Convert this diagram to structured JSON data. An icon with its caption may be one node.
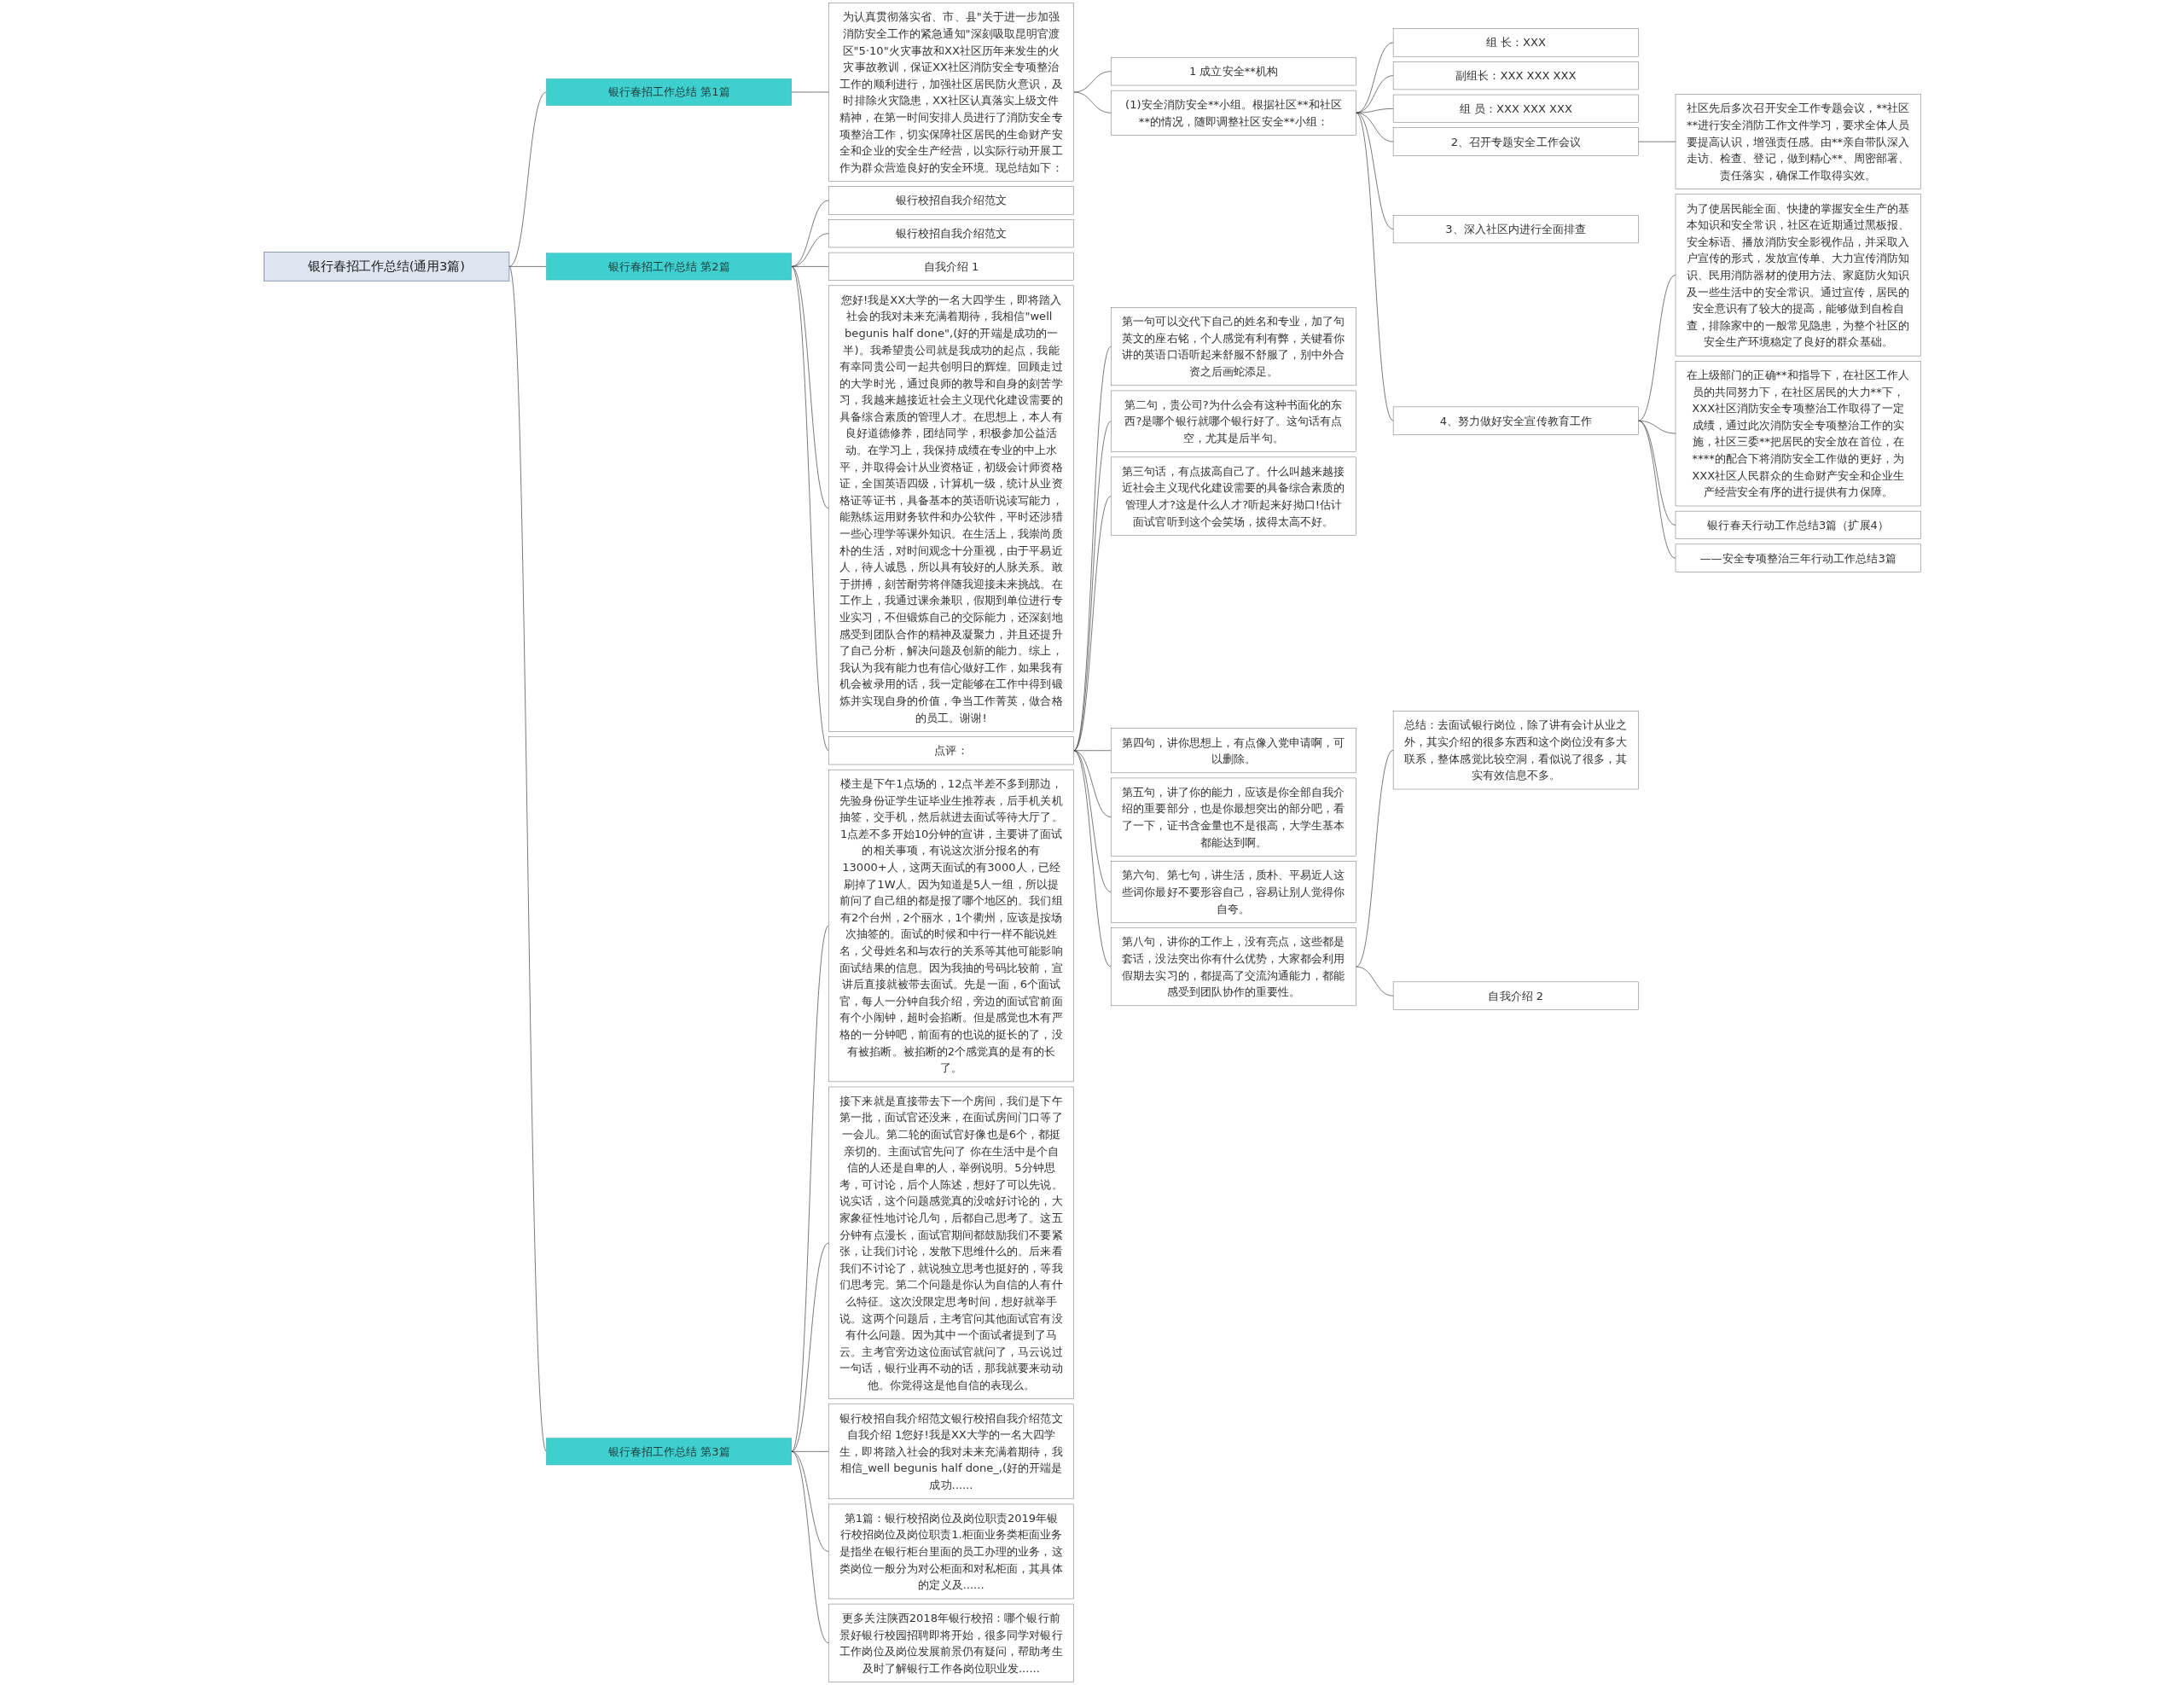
{
  "diagram": {
    "nodes": [
      {
        "text": [
          "银行春招工作总结(通用3篇)"
        ]
      },
      {
        "text": [
          "银行春招工作总结 第1篇"
        ]
      },
      {
        "text": [
          "为认真贯彻落实省、市、县\"关于进一步加强消防安全工作的紧急通知\"深刻吸取昆明官渡区\"5·10\"火灾事故和XX社区历年来发生的火灾事故教训，保证XX社区消防安全专项整治工作的顺利进行，加强社区居民防火意识，及时排除火灾隐患，XX社区认真落实上级文件精神，在第一时间安排人员进行了消防安全专项整治工作，切实保障社区居民的生命财产安全和企业的安全生产经营，以实际行动开展工作为群众营造良好的安全环境。现总结如下："
        ]
      },
      {
        "text": [
          "1 成立安全**机构"
        ]
      },
      {
        "text": [
          "(1)安全消防安全**小组。根据社区**和社区**的情况，随即调整社区安全**小组："
        ]
      },
      {
        "text": [
          "组 长：XXX"
        ]
      },
      {
        "text": [
          "副组长：XXX XXX XXX"
        ]
      },
      {
        "text": [
          "组 员：XXX XXX XXX"
        ]
      },
      {
        "text": [
          "2、召开专题安全工作会议"
        ]
      },
      {
        "text": [
          "社区先后多次召开安全工作专题会议，**社区**进行安全消防工作文件学习，要求全体人员要提高认识，增强责任感。由**亲自带队深入走访、检查、登记，做到精心**、周密部署、责任落实，确保工作取得实效。"
        ]
      },
      {
        "text": [
          "3、深入社区内进行全面排查"
        ]
      },
      {
        "text": [
          "4、努力做好安全宣传教育工作"
        ]
      },
      {
        "text": [
          "为了使居民能全面、快捷的掌握安全生产的基本知识和安全常识，社区在近期通过黑板报、安全标语、播放消防安全影视作品，并采取入户宣传的形式，发放宣传单、大力宣传消防知识、民用消防器材的使用方法、家庭防火知识及一些生活中的安全常识。通过宣传，居民的安全意识有了较大的提高，能够做到自检自查，排除家中的一般常见隐患，为整个社区的安全生产环境稳定了良好的群众基础。"
        ]
      },
      {
        "text": [
          "在上级部门的正确**和指导下，在社区工作人员的共同努力下，在社区居民的大力**下，XXX社区消防安全专项整治工作取得了一定成绩，通过此次消防安全专项整治工作的实施，社区三委**把居民的安全放在首位，在****的配合下将消防安全工作做的更好，为XXX社区人民群众的生命财产安全和企业生产经营安全有序的进行提供有力保障。"
        ]
      },
      {
        "text": [
          "银行春天行动工作总结3篇（扩展4）"
        ]
      },
      {
        "text": [
          "——安全专项整治三年行动工作总结3篇"
        ]
      },
      {
        "text": [
          "银行春招工作总结 第2篇"
        ]
      },
      {
        "text": [
          "银行校招自我介绍范文"
        ]
      },
      {
        "text": [
          "银行校招自我介绍范文"
        ]
      },
      {
        "text": [
          "自我介绍 1"
        ]
      },
      {
        "text": [
          "您好!我是XX大学的一名大四学生，即将踏入社会的我对未来充满着期待，我相信\"well begunis half done\",(好的开端是成功的一半)。我希望贵公司就是我成功的起点，我能有幸同贵公司一起共创明日的辉煌。回顾走过的大学时光，通过良师的教导和自身的刻苦学习，我越来越接近社会主义现代化建设需要的具备综合素质的管理人才。在思想上，本人有良好道德修养，团结同学，积极参加公益活动。在学习上，我保持成绩在专业的中上水平，并取得会计从业资格证，初级会计师资格证，全国英语四级，计算机一级，统计从业资格证等证书，具备基本的英语听说读写能力，能熟练运用财务软件和办公软件，平时还涉猎一些心理学等课外知识。在生活上，我崇尚质朴的生活，对时间观念十分重视，由于平易近人，待人诚恳，所以具有较好的人脉关系。敢于拼搏，刻苦耐劳将伴随我迎接未来挑战。在工作上，我通过课余兼职，假期到单位进行专业实习，不但锻炼自己的交际能力，还深刻地感受到团队合作的精神及凝聚力，并且还提升了自己分析，解决问题及创新的能力。综上，我认为我有能力也有信心做好工作，如果我有机会被录用的话，我一定能够在工作中得到锻炼并实现自身的价值，争当工作菁英，做合格的员工。谢谢!"
        ]
      },
      {
        "text": [
          "点评："
        ]
      },
      {
        "text": [
          "第一句可以交代下自己的姓名和专业，加了句英文的座右铭，个人感觉有利有弊，关键看你讲的英语口语听起来舒服不舒服了，别中外合资之后画蛇添足。"
        ]
      },
      {
        "text": [
          "第二句，贵公司?为什么会有这种书面化的东西?是哪个银行就哪个银行好了。这句话有点空，尤其是后半句。"
        ]
      },
      {
        "text": [
          "第三句话，有点拔高自己了。什么叫越来越接近社会主义现代化建设需要的具备综合素质的管理人才?这是什么人才?听起来好拗口!估计面试官听到这个会笑场，拔得太高不好。"
        ]
      },
      {
        "text": [
          "第四句，讲你思想上，有点像入党申请啊，可以删除。"
        ]
      },
      {
        "text": [
          "第五句，讲了你的能力，应该是你全部自我介绍的重要部分，也是你最想突出的部分吧，看了一下，证书含金量也不是很高，大学生基本都能达到啊。"
        ]
      },
      {
        "text": [
          "第六句、第七句，讲生活，质朴、平易近人这些词你最好不要形容自己，容易让别人觉得你自夸。"
        ]
      },
      {
        "text": [
          "第八句，讲你的工作上，没有亮点，这些都是套话，没法突出你有什么优势，大家都会利用假期去实习的，都提高了交流沟通能力，都能感受到团队协作的重要性。"
        ]
      },
      {
        "text": [
          "总结：去面试银行岗位，除了讲有会计从业之外，其实介绍的很多东西和这个岗位没有多大联系，整体感觉比较空洞，看似说了很多，其实有效信息不多。"
        ]
      },
      {
        "text": [
          "自我介绍 2"
        ]
      },
      {
        "text": [
          "银行春招工作总结 第3篇"
        ]
      },
      {
        "text": [
          "楼主是下午1点场的，12点半差不多到那边，先验身份证学生证毕业生推荐表，后手机关机抽签，交手机，然后就进去面试等待大厅了。1点差不多开始10分钟的宣讲，主要讲了面试的相关事项，有说这次浙分报名的有13000+人，这两天面试的有3000人，已经刷掉了1W人。因为知道是5人一组，所以提前问了自己组的都是报了哪个地区的。我们组有2个台州，2个丽水，1个衢州，应该是按场次抽签的。面试的时候和中行一样不能说姓名，父母姓名和与农行的关系等其他可能影响面试结果的信息。因为我抽的号码比较前，宣讲后直接就被带去面试。先是一面，6个面试官，每人一分钟自我介绍，旁边的面试官前面有个小闹钟，超时会掐断。但是感觉也木有严格的一分钟吧，前面有的也说的挺长的了，没有被掐断。被掐断的2个感觉真的是有的长了。"
        ]
      },
      {
        "text": [
          "接下来就是直接带去下一个房间，我们是下午第一批，面试官还没来，在面试房间门口等了一会儿。第二轮的面试官好像也是6个，都挺亲切的。主面试官先问了 你在生活中是个自信的人还是自卑的人，举例说明。5分钟思考，可讨论，后个人陈述，想好了可以先说。说实话，这个问题感觉真的没啥好讨论的，大家象征性地讨论几句，后都自己思考了。这五分钟有点漫长，面试官期间都鼓励我们不要紧张，让我们讨论，发散下思维什么的。后来看我们不讨论了，就说独立思考也挺好的，等我们思考完。第二个问题是你认为自信的人有什么特征。这次没限定思考时间，想好就举手说。这两个问题后，主考官问其他面试官有没有什么问题。因为其中一个面试者提到了马云。主考官旁边这位面试官就问了，马云说过一句话，银行业再不动的话，那我就要来动动他。你觉得这是他自信的表现么。"
        ]
      },
      {
        "text": [
          "银行校招自我介绍范文银行校招自我介绍范文自我介绍 1您好!我是XX大学的一名大四学生，即将踏入社会的我对未来充满着期待，我相信_well begunis half done_,(好的开端是成功......"
        ]
      },
      {
        "text": [
          "第1篇：银行校招岗位及岗位职责2019年银行校招岗位及岗位职责1.柜面业务类柜面业务是指坐在银行柜台里面的员工办理的业务，这类岗位一般分为对公柜面和对私柜面，其具体的定义及......"
        ]
      },
      {
        "text": [
          "更多关注陕西2018年银行校招：哪个银行前景好银行校园招聘即将开始，很多同学对银行工作岗位及岗位发展前景仍有疑问，帮助考生及时了解银行工作各岗位职业发......"
        ]
      }
    ],
    "edges": [
      {
        "from": 0,
        "to": 1,
        "arrow": "none"
      },
      {
        "from": 1,
        "to": 2,
        "arrow": "none"
      },
      {
        "from": 2,
        "to": 3,
        "arrow": "none"
      },
      {
        "from": 2,
        "to": 4,
        "arrow": "none"
      },
      {
        "from": 4,
        "to": 5,
        "arrow": "none"
      },
      {
        "from": 4,
        "to": 6,
        "arrow": "none"
      },
      {
        "from": 4,
        "to": 7,
        "arrow": "none"
      },
      {
        "from": 4,
        "to": 8,
        "arrow": "none"
      },
      {
        "from": 8,
        "to": 9,
        "arrow": "none"
      },
      {
        "from": 4,
        "to": 10,
        "arrow": "none"
      },
      {
        "from": 4,
        "to": 11,
        "arrow": "none"
      },
      {
        "from": 11,
        "to": 12,
        "arrow": "none"
      },
      {
        "from": 11,
        "to": 13,
        "arrow": "none"
      },
      {
        "from": 11,
        "to": 14,
        "arrow": "none"
      },
      {
        "from": 11,
        "to": 15,
        "arrow": "none"
      },
      {
        "from": 0,
        "to": 16,
        "arrow": "none"
      },
      {
        "from": 16,
        "to": 17,
        "arrow": "none"
      },
      {
        "from": 16,
        "to": 18,
        "arrow": "none"
      },
      {
        "from": 16,
        "to": 19,
        "arrow": "none"
      },
      {
        "from": 16,
        "to": 20,
        "arrow": "none"
      },
      {
        "from": 16,
        "to": 21,
        "arrow": "none"
      },
      {
        "from": 21,
        "to": 22,
        "arrow": "none"
      },
      {
        "from": 21,
        "to": 23,
        "arrow": "none"
      },
      {
        "from": 21,
        "to": 24,
        "arrow": "none"
      },
      {
        "from": 21,
        "to": 25,
        "arrow": "none"
      },
      {
        "from": 21,
        "to": 26,
        "arrow": "none"
      },
      {
        "from": 21,
        "to": 27,
        "arrow": "none"
      },
      {
        "from": 21,
        "to": 28,
        "arrow": "none"
      },
      {
        "from": 28,
        "to": 29,
        "arrow": "none"
      },
      {
        "from": 28,
        "to": 30,
        "arrow": "none"
      },
      {
        "from": 0,
        "to": 31,
        "arrow": "none"
      },
      {
        "from": 31,
        "to": 32,
        "arrow": "none"
      },
      {
        "from": 31,
        "to": 33,
        "arrow": "none"
      },
      {
        "from": 31,
        "to": 34,
        "arrow": "none"
      },
      {
        "from": 31,
        "to": 35,
        "arrow": "none"
      },
      {
        "from": 31,
        "to": 36,
        "arrow": "none"
      }
    ]
  }
}
